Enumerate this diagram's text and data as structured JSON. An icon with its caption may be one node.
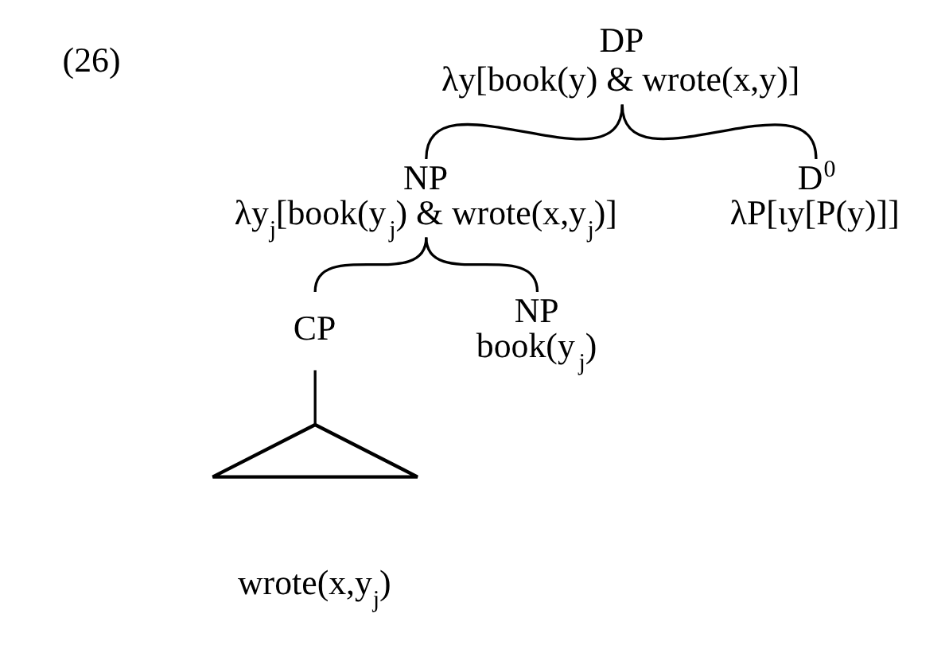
{
  "diagram": {
    "nodes": [
      {
        "text": [
          "DP",
          "λy[book(y) & wrote(x,y)]"
        ]
      },
      {
        "text": [
          "NP",
          "λy$_{j}$[book(y$_{j}$) & wrote(x,y$_{j}$)]"
        ]
      },
      {
        "text": [
          "D$^{0}$",
          "λP[ιy[P(y)]]"
        ]
      },
      {
        "text": [
          "CP"
        ]
      },
      {
        "text": [
          "NP",
          "book(y$_{j}$)"
        ]
      },
      {
        "text": [],
        "shape": "triangle",
        "beside": [
          "wrote(x,y$_{j}$)"
        ]
      }
    ],
    "edges": [
      {
        "from": 0,
        "to": 1,
        "arrow": "none"
      },
      {
        "from": 0,
        "to": 2,
        "arrow": "none"
      },
      {
        "from": 1,
        "to": 3,
        "arrow": "none"
      },
      {
        "from": 1,
        "to": 4,
        "arrow": "none"
      },
      {
        "from": 3,
        "to": 5,
        "arrow": "none"
      }
    ],
    "labels": [
      "(26)"
    ]
  }
}
